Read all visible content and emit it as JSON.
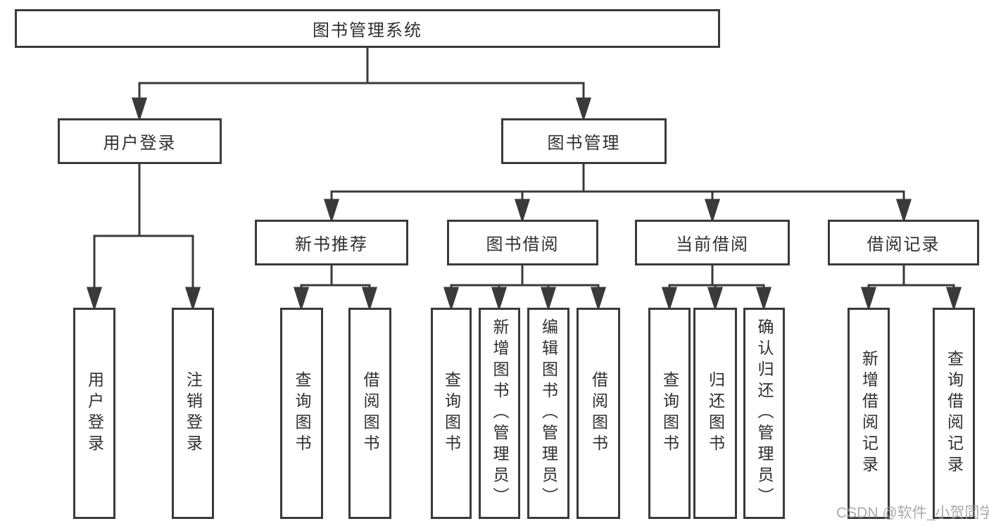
{
  "tree": {
    "root": {
      "label": "图书管理系统"
    },
    "children": [
      {
        "label": "用户登录",
        "children": [
          {
            "label": "用户登录"
          },
          {
            "label": "注销登录"
          }
        ]
      },
      {
        "label": "图书管理",
        "children": [
          {
            "label": "新书推荐",
            "children": [
              {
                "label": "查询图书"
              },
              {
                "label": "借阅图书"
              }
            ]
          },
          {
            "label": "图书借阅",
            "children": [
              {
                "label": "查询图书"
              },
              {
                "label": "新增图书（管理员）"
              },
              {
                "label": "编辑图书（管理员）"
              },
              {
                "label": "借阅图书"
              }
            ]
          },
          {
            "label": "当前借阅",
            "children": [
              {
                "label": "查询图书"
              },
              {
                "label": "归还图书"
              },
              {
                "label": "确认归还（管理员）"
              }
            ]
          },
          {
            "label": "借阅记录",
            "children": [
              {
                "label": "新增借阅记录"
              },
              {
                "label": "查询借阅记录"
              }
            ]
          }
        ]
      }
    ]
  },
  "watermark": {
    "text": "CSDN @软件_小贺同学"
  },
  "colors": {
    "line": "#3a3a3a",
    "text": "#2f2f2f",
    "background": "#ffffff",
    "watermark": "#9e9e9e"
  }
}
